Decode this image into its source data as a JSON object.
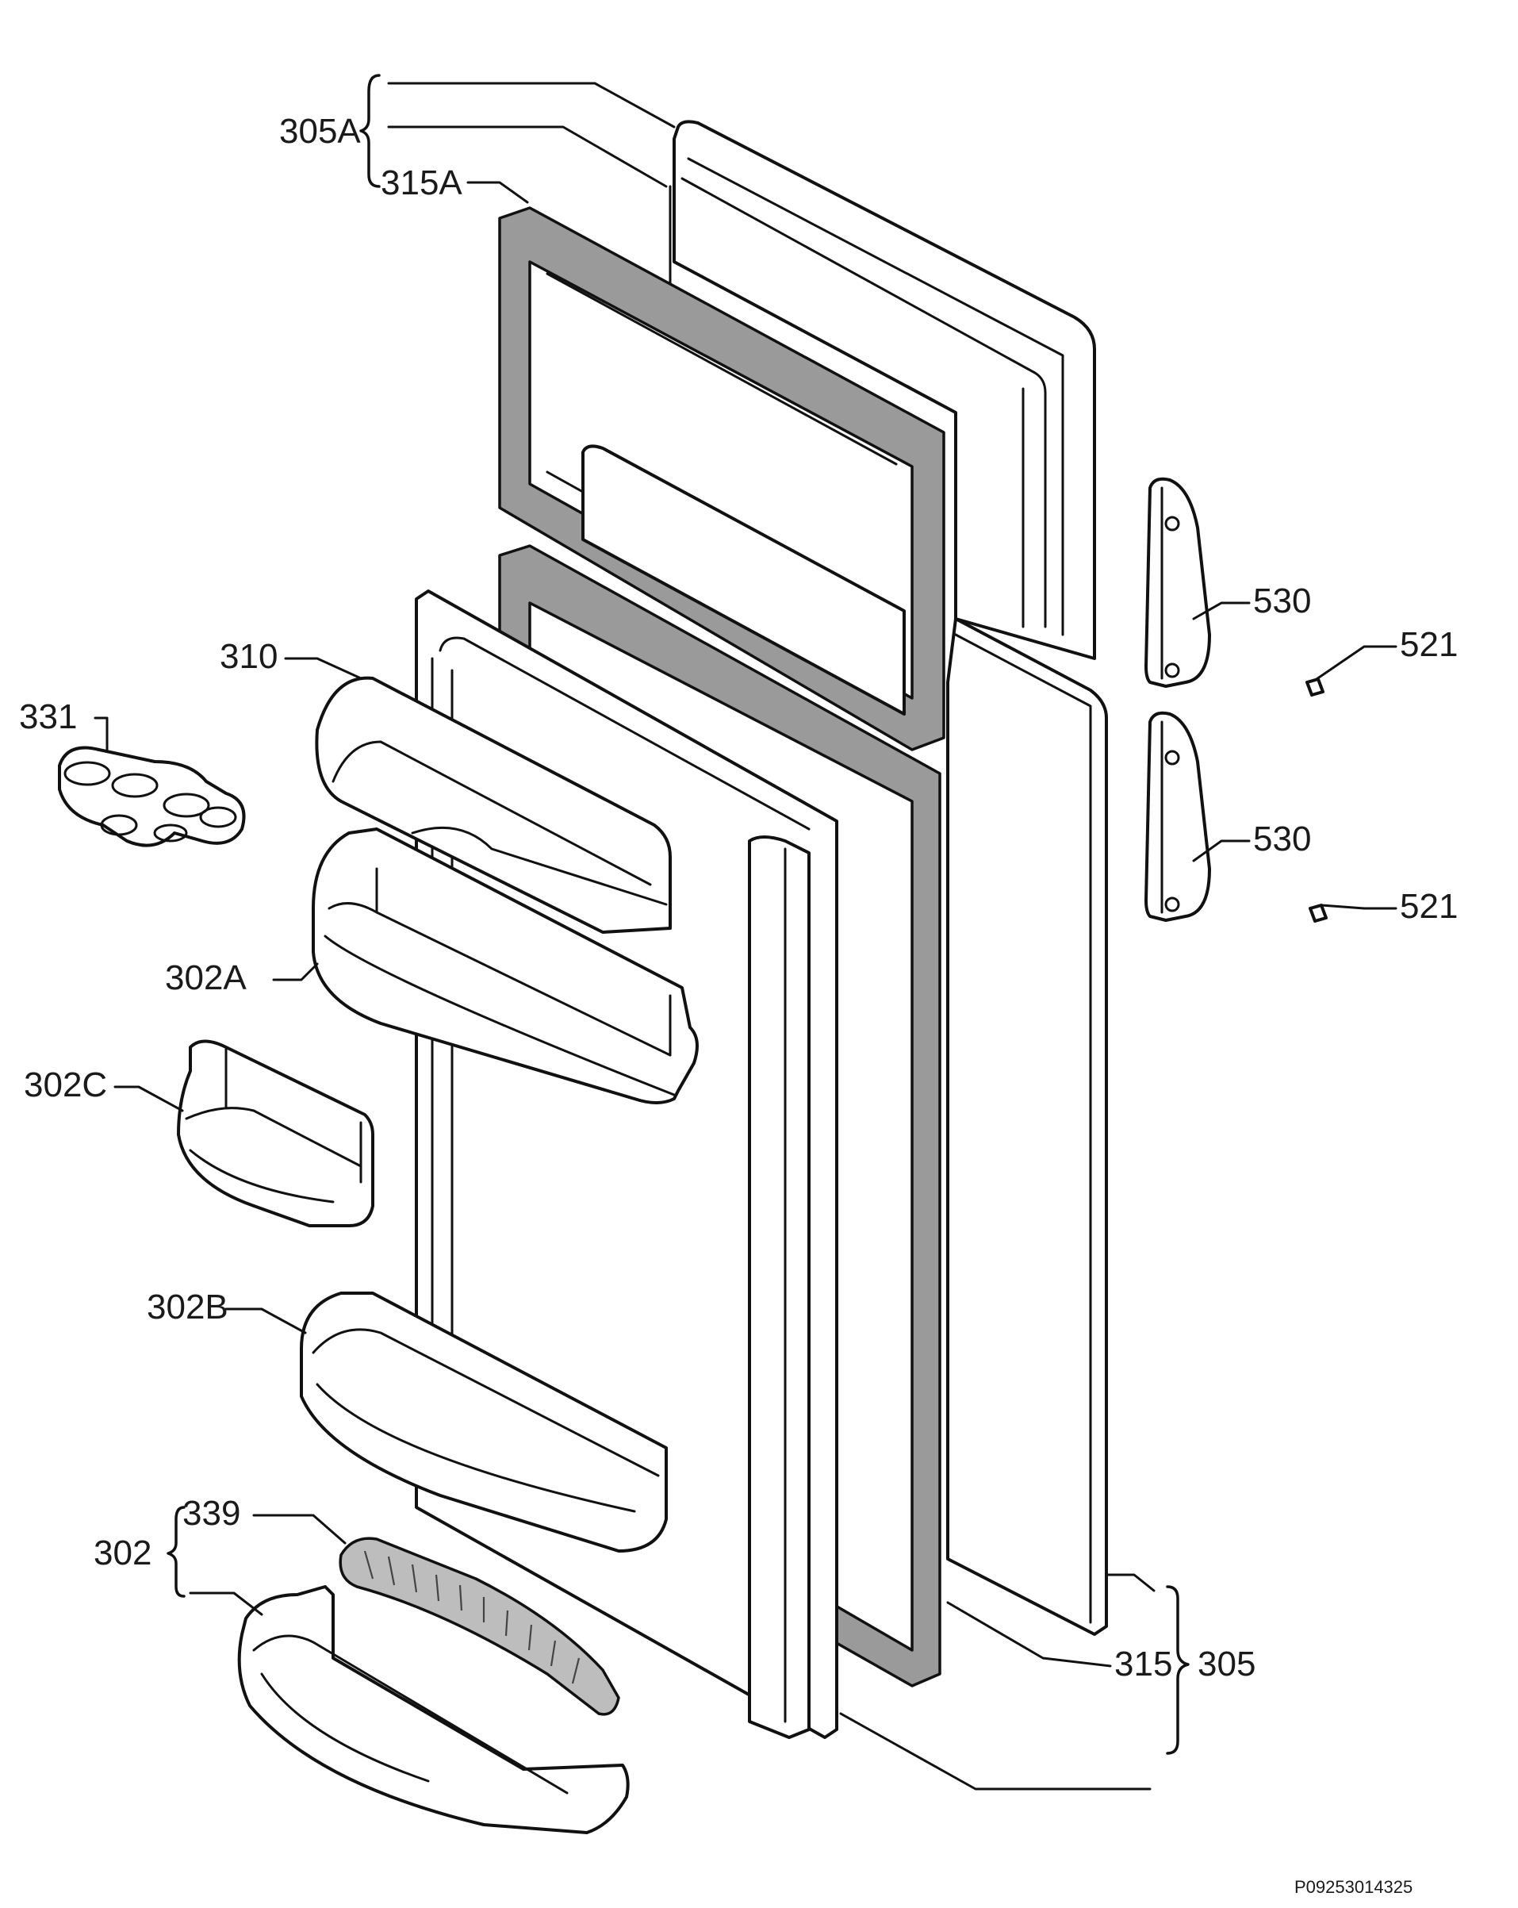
{
  "diagram": {
    "callouts": {
      "c305A": "305A",
      "c315A": "315A",
      "c310": "310",
      "c331": "331",
      "c302A": "302A",
      "c302C": "302C",
      "c302B": "302B",
      "c339": "339",
      "c302": "302",
      "c530_top": "530",
      "c530_bottom": "530",
      "c521_top": "521",
      "c521_bottom": "521",
      "c315": "315",
      "c305": "305"
    },
    "document_id": "P09253014325"
  }
}
